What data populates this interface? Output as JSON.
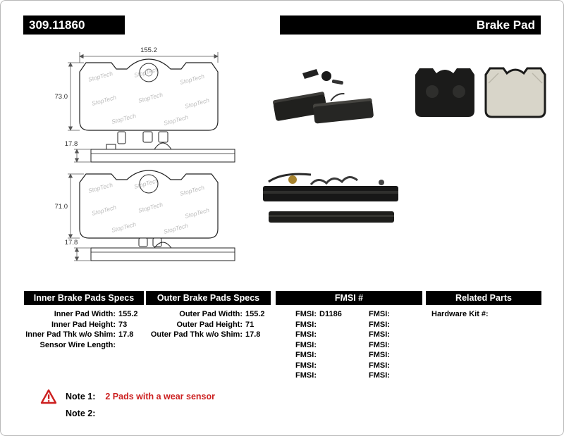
{
  "header": {
    "part_number": "309.11860",
    "title": "Brake Pad"
  },
  "colors": {
    "header_bg": "#000000",
    "note_red": "#cc1f1f"
  },
  "drawings": {
    "watermark": "StopTech",
    "dims": {
      "inner_width": "155.2",
      "inner_height": "73.0",
      "inner_thickness": "17.8",
      "outer_height": "71.0",
      "outer_thickness": "17.8"
    }
  },
  "specs": {
    "inner": {
      "title": "Inner Brake Pads Specs",
      "rows": [
        {
          "label": "Inner Pad Width:",
          "value": "155.2"
        },
        {
          "label": "Inner Pad Height:",
          "value": "73"
        },
        {
          "label": "Inner Pad Thk w/o Shim:",
          "value": "17.8"
        },
        {
          "label": "Sensor Wire Length:",
          "value": ""
        }
      ]
    },
    "outer": {
      "title": "Outer Brake Pads Specs",
      "rows": [
        {
          "label": "Outer Pad Width:",
          "value": "155.2"
        },
        {
          "label": "Outer Pad Height:",
          "value": "71"
        },
        {
          "label": "Outer Pad Thk w/o Shim:",
          "value": "17.8"
        }
      ]
    },
    "fmsi": {
      "title": "FMSI #",
      "left": [
        {
          "label": "FMSI:",
          "value": "D1186"
        },
        {
          "label": "FMSI:",
          "value": ""
        },
        {
          "label": "FMSI:",
          "value": ""
        },
        {
          "label": "FMSI:",
          "value": ""
        },
        {
          "label": "FMSI:",
          "value": ""
        },
        {
          "label": "FMSI:",
          "value": ""
        },
        {
          "label": "FMSI:",
          "value": ""
        }
      ],
      "right": [
        {
          "label": "FMSI:",
          "value": ""
        },
        {
          "label": "FMSI:",
          "value": ""
        },
        {
          "label": "FMSI:",
          "value": ""
        },
        {
          "label": "FMSI:",
          "value": ""
        },
        {
          "label": "FMSI:",
          "value": ""
        },
        {
          "label": "FMSI:",
          "value": ""
        },
        {
          "label": "FMSI:",
          "value": ""
        }
      ]
    },
    "related": {
      "title": "Related Parts",
      "rows": [
        {
          "label": "Hardware Kit #:",
          "value": ""
        }
      ]
    }
  },
  "notes": {
    "note1_label": "Note 1:",
    "note1_text": "2 Pads with a wear sensor",
    "note2_label": "Note 2:",
    "note2_text": ""
  }
}
